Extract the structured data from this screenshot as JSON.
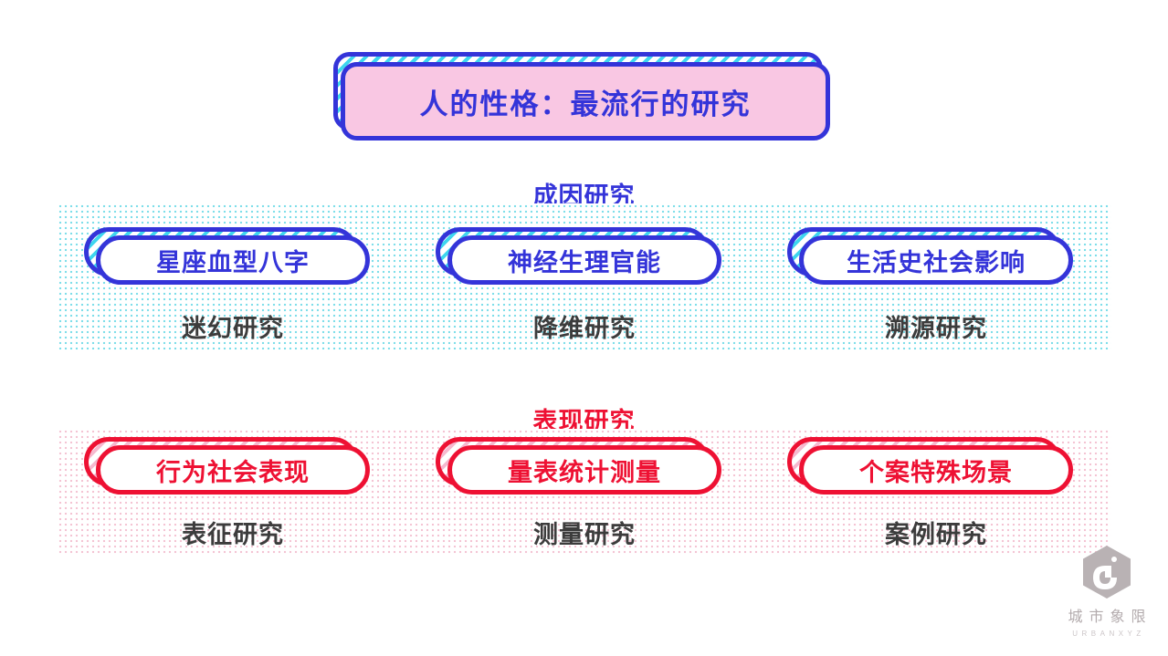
{
  "title": "人的性格：最流行的研究",
  "colors": {
    "blue": "#3434d9",
    "cyan_hatch": "#3fd6ee",
    "cyan_dots": "#7edeea",
    "title_pink_fill": "#f9c7e3",
    "red": "#ee1133",
    "pink_hatch": "#f6b9cf",
    "pink_dots": "#f4c4d3",
    "label_gray": "#3c3c3c",
    "watermark_gray": "#b3abad"
  },
  "sections": [
    {
      "heading": "成因研究",
      "items": [
        {
          "pill": "星座血型八字",
          "label": "迷幻研究"
        },
        {
          "pill": "神经生理官能",
          "label": "降维研究"
        },
        {
          "pill": "生活史社会影响",
          "label": "溯源研究"
        }
      ]
    },
    {
      "heading": "表现研究",
      "items": [
        {
          "pill": "行为社会表现",
          "label": "表征研究"
        },
        {
          "pill": "量表统计测量",
          "label": "测量研究"
        },
        {
          "pill": "个案特殊场景",
          "label": "案例研究"
        }
      ]
    }
  ],
  "watermark": {
    "name": "城市象限",
    "subtitle": "URBANXYZ"
  }
}
